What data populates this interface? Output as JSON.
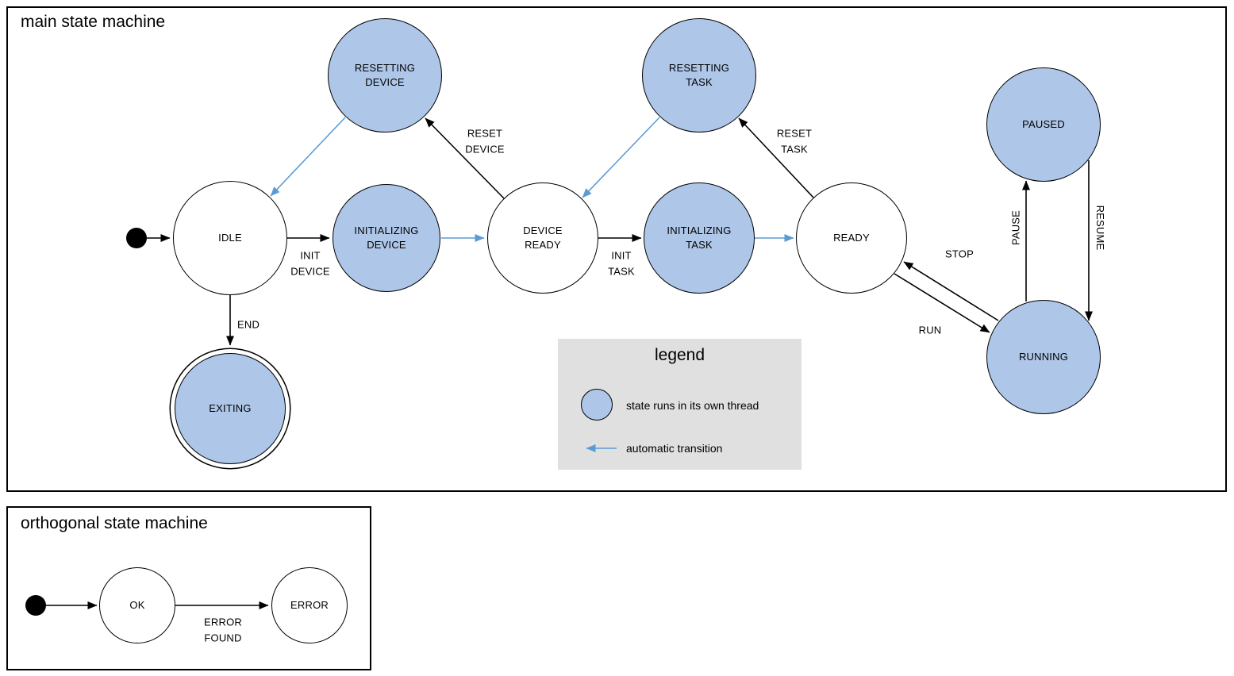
{
  "main": {
    "title": "main state machine",
    "states": {
      "idle": {
        "label": "IDLE",
        "threaded": false
      },
      "resetting_device": {
        "label": "RESETTING\nDEVICE",
        "threaded": true
      },
      "initializing_device": {
        "label": "INITIALIZING\nDEVICE",
        "threaded": true
      },
      "device_ready": {
        "label": "DEVICE\nREADY",
        "threaded": false
      },
      "resetting_task": {
        "label": "RESETTING\nTASK",
        "threaded": true
      },
      "initializing_task": {
        "label": "INITIALIZING\nTASK",
        "threaded": true
      },
      "ready": {
        "label": "READY",
        "threaded": false
      },
      "paused": {
        "label": "PAUSED",
        "threaded": true
      },
      "running": {
        "label": "RUNNING",
        "threaded": true
      },
      "exiting": {
        "label": "EXITING",
        "threaded": true,
        "final": true
      }
    },
    "transitions": {
      "init_device": {
        "label": "INIT\nDEVICE",
        "from": "idle",
        "to": "initializing_device"
      },
      "reset_device": {
        "label": "RESET\nDEVICE",
        "from": "device_ready",
        "to": "resetting_device"
      },
      "init_task": {
        "label": "INIT\nTASK",
        "from": "device_ready",
        "to": "initializing_task"
      },
      "reset_task": {
        "label": "RESET\nTASK",
        "from": "ready",
        "to": "resetting_task"
      },
      "run": {
        "label": "RUN",
        "from": "ready",
        "to": "running"
      },
      "stop": {
        "label": "STOP",
        "from": "running",
        "to": "ready"
      },
      "pause": {
        "label": "PAUSE",
        "from": "running",
        "to": "paused"
      },
      "resume": {
        "label": "RESUME",
        "from": "paused",
        "to": "running"
      },
      "end": {
        "label": "END",
        "from": "idle",
        "to": "exiting"
      },
      "auto_initializing_device_to_device_ready": {
        "label": "",
        "automatic": true
      },
      "auto_resetting_device_to_idle": {
        "label": "",
        "automatic": true
      },
      "auto_initializing_task_to_ready": {
        "label": "",
        "automatic": true
      },
      "auto_resetting_task_to_device_ready": {
        "label": "",
        "automatic": true
      }
    }
  },
  "legend": {
    "title": "legend",
    "thread_label": "state runs in its own thread",
    "auto_label": "automatic transition"
  },
  "orthogonal": {
    "title": "orthogonal state machine",
    "states": {
      "ok": {
        "label": "OK",
        "threaded": false
      },
      "error": {
        "label": "ERROR",
        "threaded": false
      }
    },
    "transitions": {
      "error_found": {
        "label": "ERROR\nFOUND",
        "from": "ok",
        "to": "error"
      }
    }
  },
  "colors": {
    "thread_fill": "#aec6e8",
    "auto_arrow": "#5b9bd5",
    "legend_bg": "#e0e0e0"
  }
}
